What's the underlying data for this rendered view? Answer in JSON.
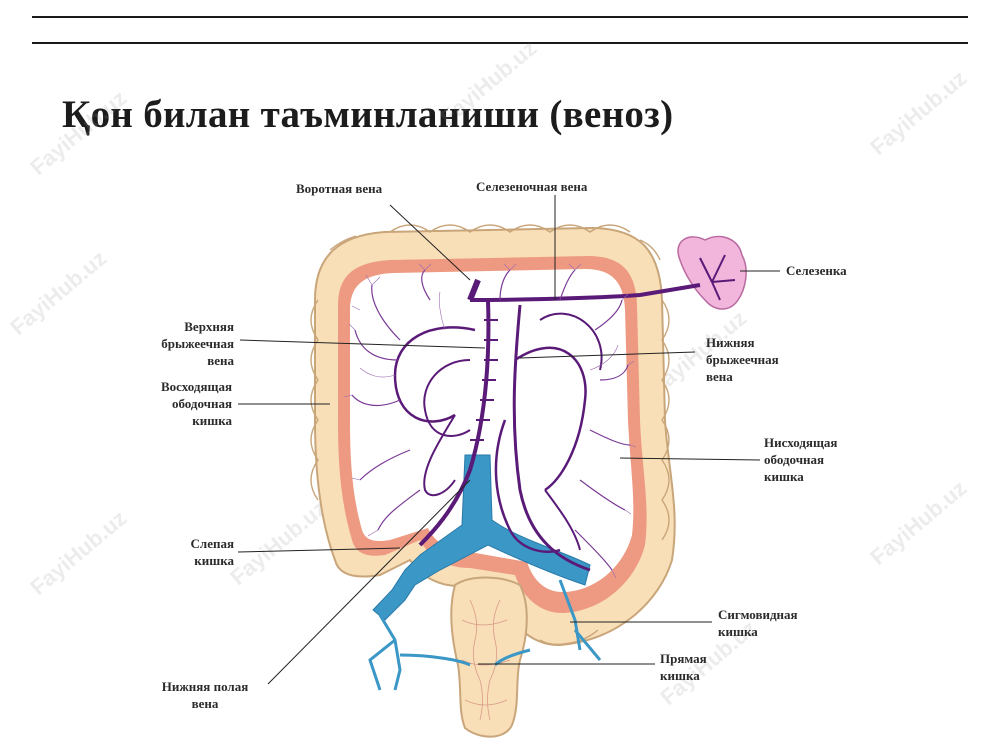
{
  "slide": {
    "title": "Қон билан таъминланиши (веноз)",
    "watermark": "FayiHub.uz"
  },
  "labels": {
    "portal_vein": "Воротная вена",
    "splenic_vein": "Селезеночная вена",
    "spleen": "Селезенка",
    "superior_mesenteric_vein": [
      "Верхняя",
      "брыжеечная",
      "вена"
    ],
    "inferior_mesenteric_vein": [
      "Нижняя",
      "брыжеечная",
      "вена"
    ],
    "ascending_colon": [
      "Восходящая",
      "ободочная",
      "кишка"
    ],
    "descending_colon": [
      "Нисходящая",
      "ободочная",
      "кишка"
    ],
    "cecum": [
      "Слепая",
      "кишка"
    ],
    "sigmoid_colon": [
      "Сигмовидная",
      "кишка"
    ],
    "rectum": [
      "Прямая",
      "кишка"
    ],
    "inferior_vena_cava": [
      "Нижняя полая",
      "вена"
    ]
  },
  "colors": {
    "colon": "#f8dfb7",
    "colon_outline": "#c9a57a",
    "mucosa": "#ee9a82",
    "vein": "#5a1a78",
    "vena_cava": "#3a97c6",
    "spleen": "#f2b6dc",
    "leader": "#222222"
  }
}
